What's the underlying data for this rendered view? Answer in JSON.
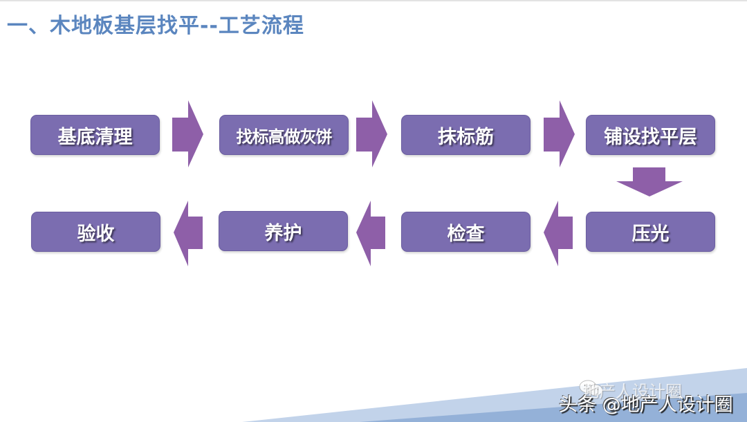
{
  "slide": {
    "title": "一、木地板基层找平--工艺流程"
  },
  "colors": {
    "title": "#5b86bf",
    "step_box": "#7b6db0",
    "arrow": "#8e5fa8",
    "band_light": "#c2d3ea",
    "band_dark": "#94b1d8"
  },
  "flow": {
    "steps": [
      {
        "label": "基底清理",
        "order": 1
      },
      {
        "label": "找标高做灰饼",
        "order": 2
      },
      {
        "label": "抹标筋",
        "order": 3
      },
      {
        "label": "铺设找平层",
        "order": 4
      },
      {
        "label": "压光",
        "order": 5
      },
      {
        "label": "检查",
        "order": 6
      },
      {
        "label": "养护",
        "order": 7
      },
      {
        "label": "验收",
        "order": 8
      }
    ],
    "arrows": [
      {
        "from": "基底清理",
        "to": "找标高做灰饼",
        "direction": "right"
      },
      {
        "from": "找标高做灰饼",
        "to": "抹标筋",
        "direction": "right"
      },
      {
        "from": "抹标筋",
        "to": "铺设找平层",
        "direction": "right"
      },
      {
        "from": "铺设找平层",
        "to": "压光",
        "direction": "down"
      },
      {
        "from": "压光",
        "to": "检查",
        "direction": "left"
      },
      {
        "from": "检查",
        "to": "养护",
        "direction": "left"
      },
      {
        "from": "养护",
        "to": "验收",
        "direction": "left"
      }
    ]
  },
  "watermark": {
    "faint_text": "地产人设计圈",
    "text": "头条 @地产人设计圈",
    "icon": "wechat-icon"
  }
}
